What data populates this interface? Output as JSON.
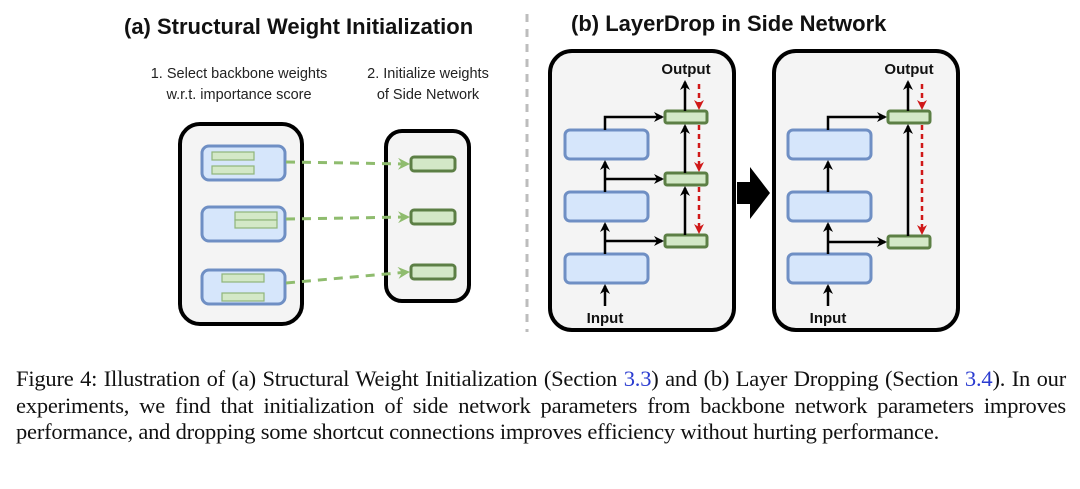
{
  "panel_a": {
    "title": "(a) Structural Weight Initialization",
    "step1_line1": "1. Select backbone weights",
    "step1_line2": "w.r.t. importance score",
    "step2_line1": "2. Initialize weights",
    "step2_line2": "of Side Network",
    "backbone_blocks": 3,
    "side_blocks": 3
  },
  "panel_b": {
    "title": "(b) LayerDrop in Side Network",
    "left_network": {
      "output_label": "Output",
      "input_label": "Input",
      "backbone_layers": 3,
      "side_layers": 3
    },
    "right_network": {
      "output_label": "Output",
      "input_label": "Input",
      "backbone_layers": 3,
      "side_layers": 2
    }
  },
  "colors": {
    "backbone_fill": "#d6e6fb",
    "backbone_stroke": "#6f8fc4",
    "side_fill": "#d3e8c7",
    "side_stroke": "#5c7f45",
    "panel_fill": "#f4f4f4",
    "panel_stroke": "#000000",
    "dashed_green": "#8fbc6e",
    "dashed_red": "#d01818",
    "ref_link": "#2a3bd0"
  },
  "caption": {
    "prefix": "Figure 4:  Illustration of (a) Structural Weight Initialization (Section ",
    "ref1": "3.3",
    "mid": ") and (b) Layer Dropping (Section ",
    "ref2": "3.4",
    "suffix": ").  In our experiments, we find that initialization of side network parameters from backbone network parameters improves performance, and dropping some shortcut connections improves efficiency without hurting performance."
  }
}
